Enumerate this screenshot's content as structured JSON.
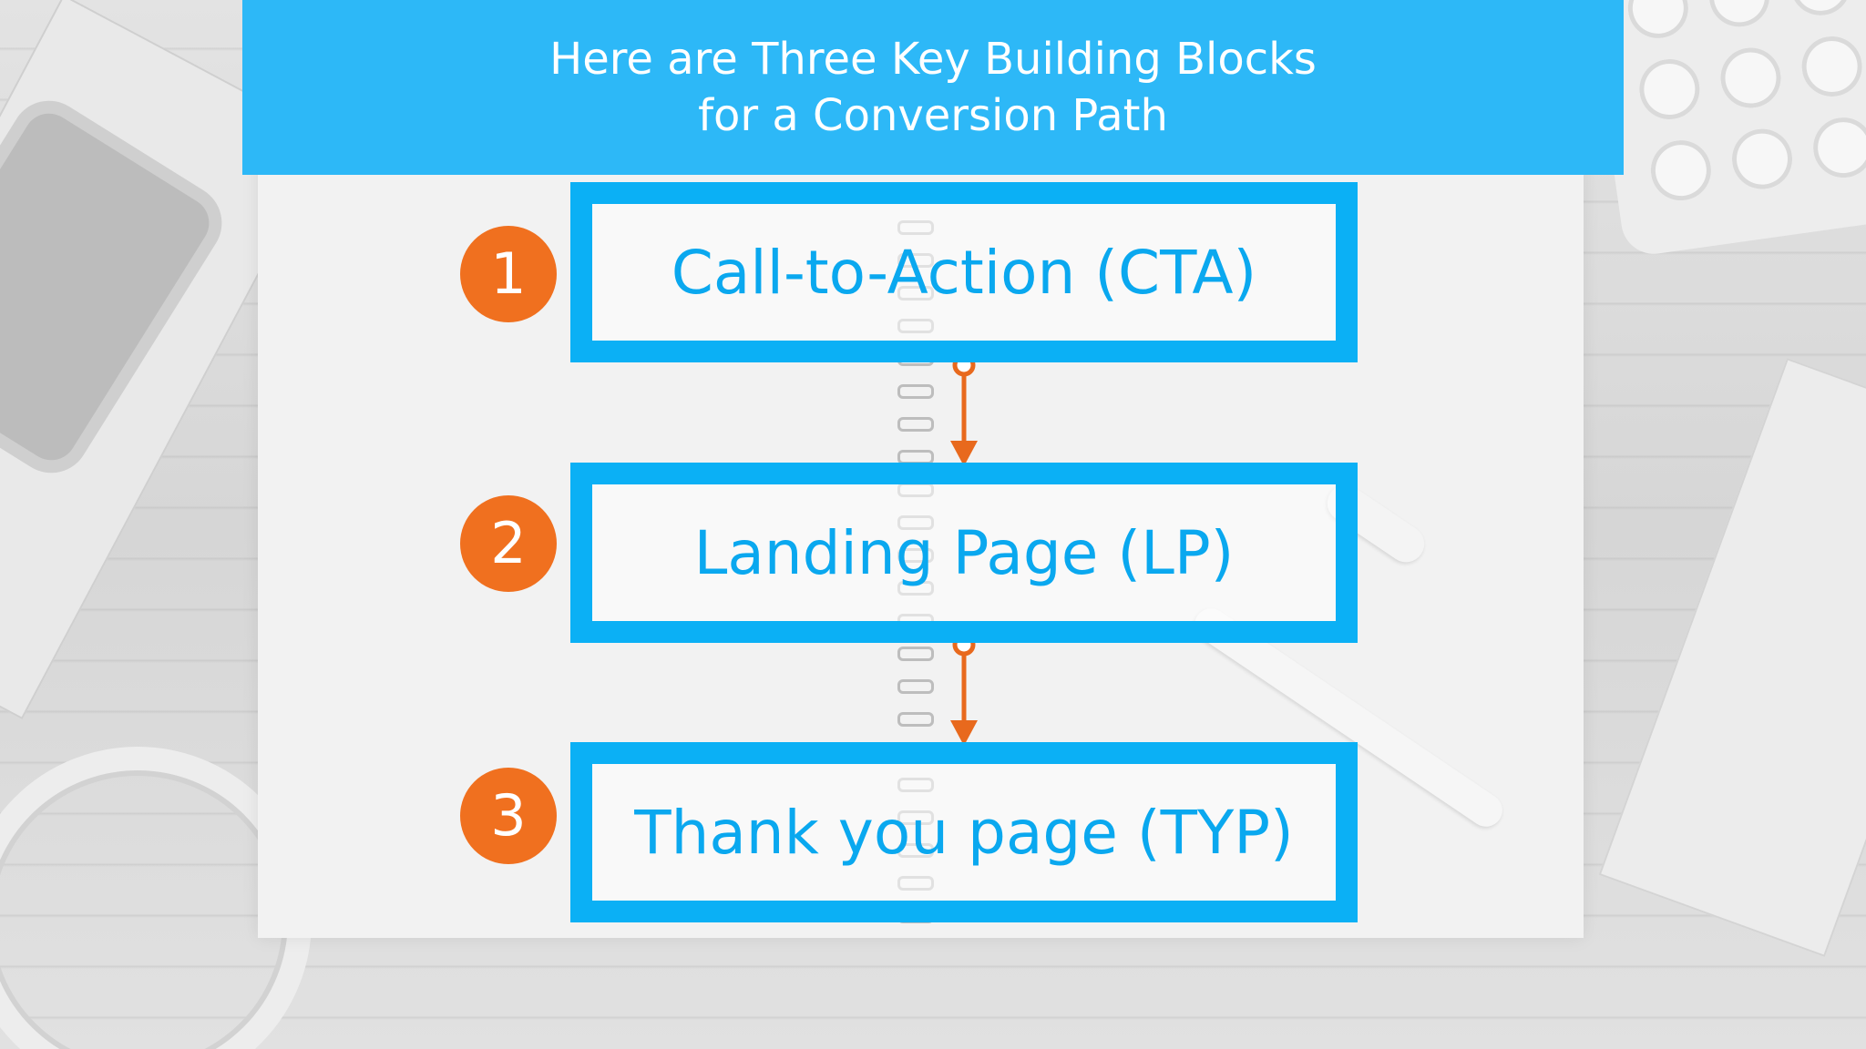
{
  "header": {
    "title_line1": "Here are Three Key Building Blocks",
    "title_line2": "for a Conversion Path"
  },
  "steps": [
    {
      "number": "1",
      "label": "Call-to-Action (CTA)"
    },
    {
      "number": "2",
      "label": "Landing Page (LP)"
    },
    {
      "number": "3",
      "label": "Thank you page (TYP)"
    }
  ],
  "colors": {
    "banner": "#2db8f7",
    "box_border": "#0bb0f5",
    "box_text": "#0aa8ef",
    "number_circle": "#f0701f",
    "arrow": "#e8691d"
  }
}
